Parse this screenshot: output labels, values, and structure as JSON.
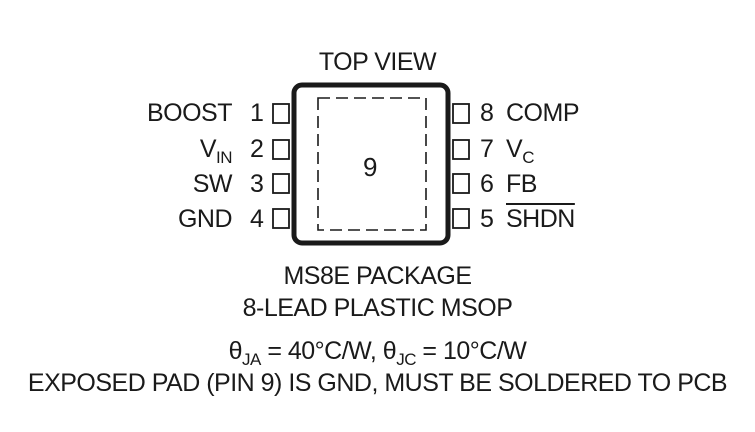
{
  "title": "TOP VIEW",
  "center_pin": "9",
  "left_pins": [
    {
      "num": "1",
      "name": "BOOST",
      "sub": ""
    },
    {
      "num": "2",
      "name": "V",
      "sub": "IN"
    },
    {
      "num": "3",
      "name": "SW",
      "sub": ""
    },
    {
      "num": "4",
      "name": "GND",
      "sub": ""
    }
  ],
  "right_pins": [
    {
      "num": "8",
      "name": "COMP",
      "sub": ""
    },
    {
      "num": "7",
      "name": "V",
      "sub": "C"
    },
    {
      "num": "6",
      "name": "FB",
      "sub": ""
    },
    {
      "num": "5",
      "name": "SHDN",
      "sub": ""
    }
  ],
  "package_line1": "MS8E PACKAGE",
  "package_line2": "8-LEAD PLASTIC MSOP",
  "thermal": {
    "theta": "θ",
    "ja_sub": "JA",
    "ja_value": " = 40°C/W, ",
    "jc_sub": "JC",
    "jc_value": " = 10°C/W"
  },
  "note": "EXPOSED PAD (PIN 9) IS GND, MUST BE SOLDERED TO PCB"
}
